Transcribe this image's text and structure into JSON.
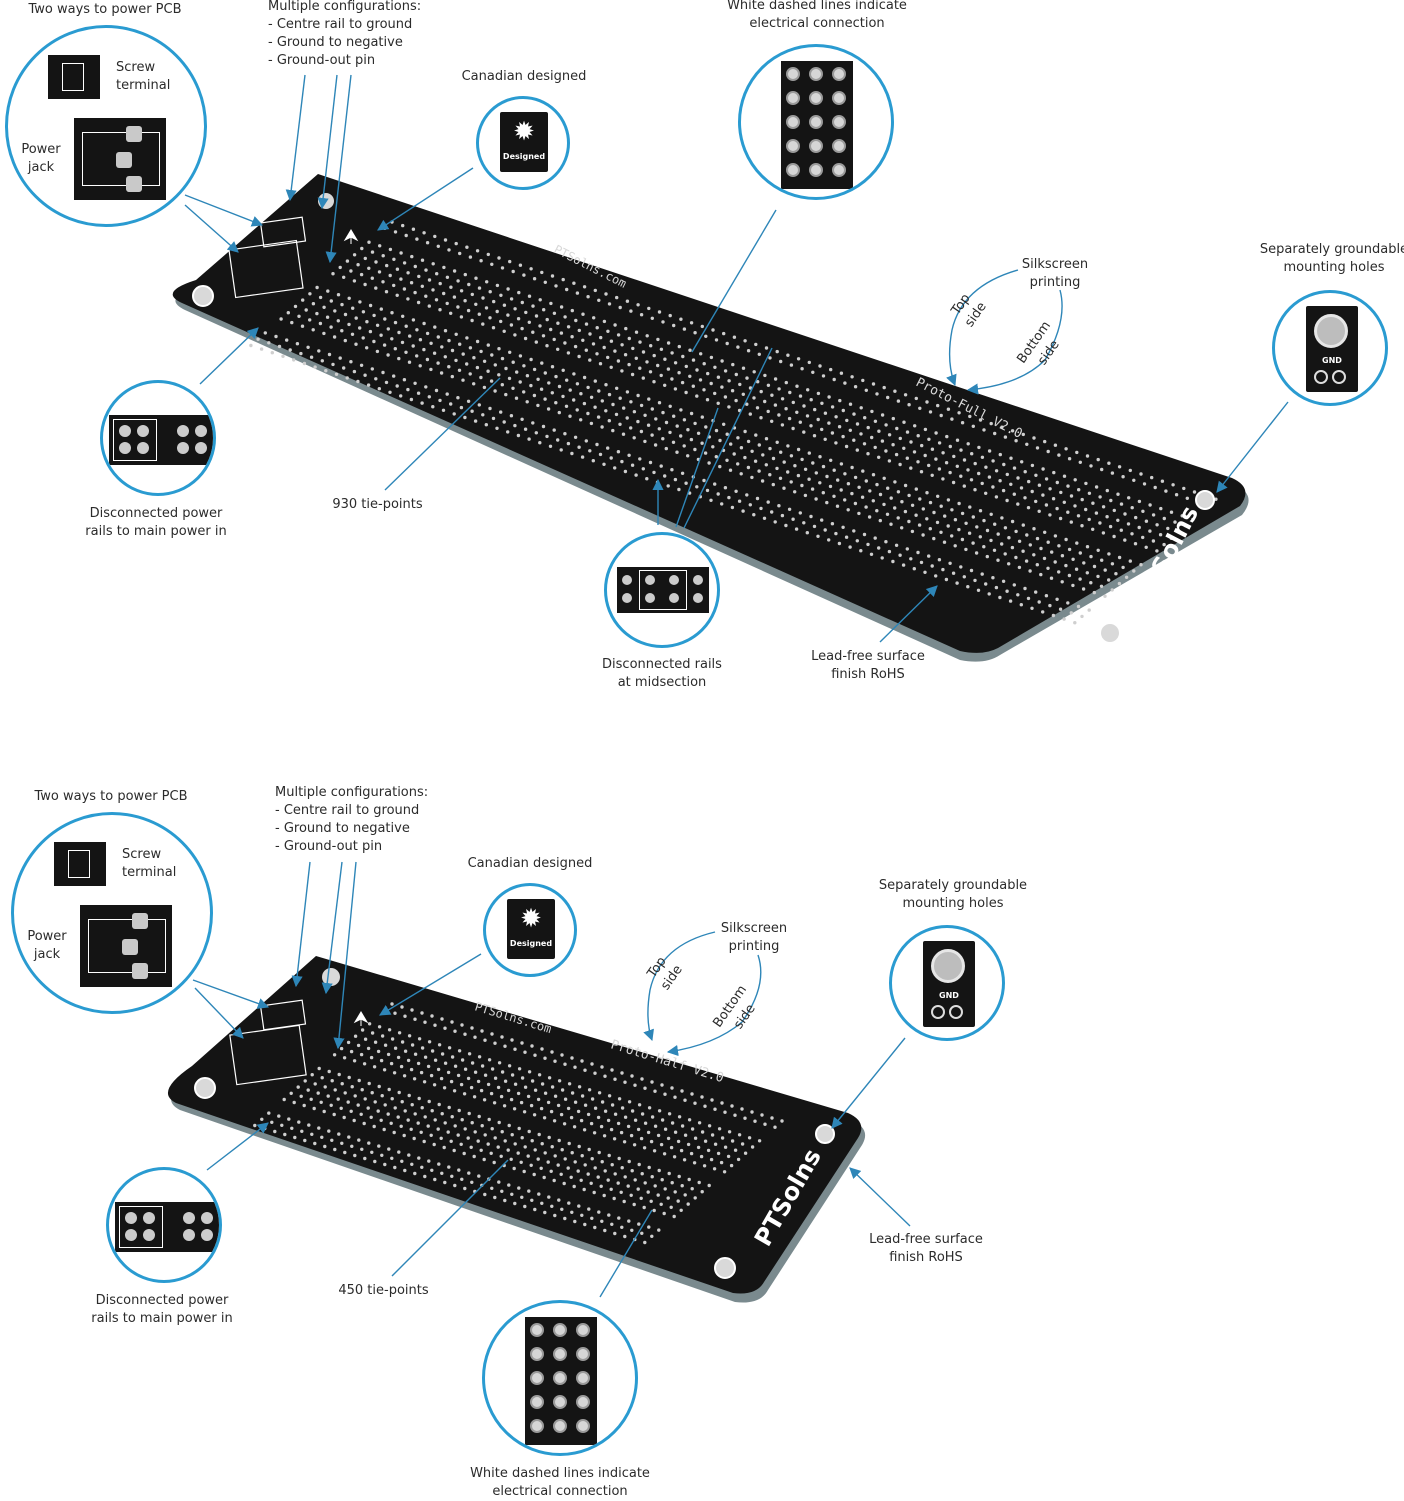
{
  "full": {
    "two_ways": "Two ways to power PCB",
    "screw_terminal": "Screw\nterminal",
    "power_jack": "Power\njack",
    "multiple_configs": "Multiple configurations:\n- Centre rail to ground\n- Ground to negative\n- Ground-out pin",
    "canadian": "Canadian designed",
    "designed_badge": "Designed",
    "white_dashed": "White dashed lines indicate\nelectrical connection",
    "silkscreen": "Silkscreen\nprinting",
    "top_side": "Top\nside",
    "bottom_side": "Bottom\nside",
    "mounting": "Separately groundable\nmounting holes",
    "gnd": "GND",
    "disconnected_power": "Disconnected power\nrails to main power in",
    "tie_points": "930 tie-points",
    "disconnected_mid": "Disconnected rails\nat midsection",
    "lead_free": "Lead-free surface\nfinish RoHS",
    "board_url": "PTSolns.com",
    "board_name": "Proto-Full V2.0",
    "logo": "PTSolns"
  },
  "half": {
    "two_ways": "Two ways to power PCB",
    "screw_terminal": "Screw\nterminal",
    "power_jack": "Power\njack",
    "multiple_configs": "Multiple configurations:\n- Centre rail to ground\n- Ground to negative\n- Ground-out pin",
    "canadian": "Canadian designed",
    "designed_badge": "Designed",
    "silkscreen": "Silkscreen\nprinting",
    "top_side": "Top\nside",
    "bottom_side": "Bottom\nside",
    "mounting": "Separately groundable\nmounting holes",
    "gnd": "GND",
    "disconnected_power": "Disconnected power\nrails to main power in",
    "tie_points": "450 tie-points",
    "lead_free": "Lead-free surface\nfinish RoHS",
    "white_dashed": "White dashed lines indicate\nelectrical connection",
    "board_url": "PTSolns.com",
    "board_name": "Proto-Half V2.0",
    "logo": "PTSolns"
  }
}
